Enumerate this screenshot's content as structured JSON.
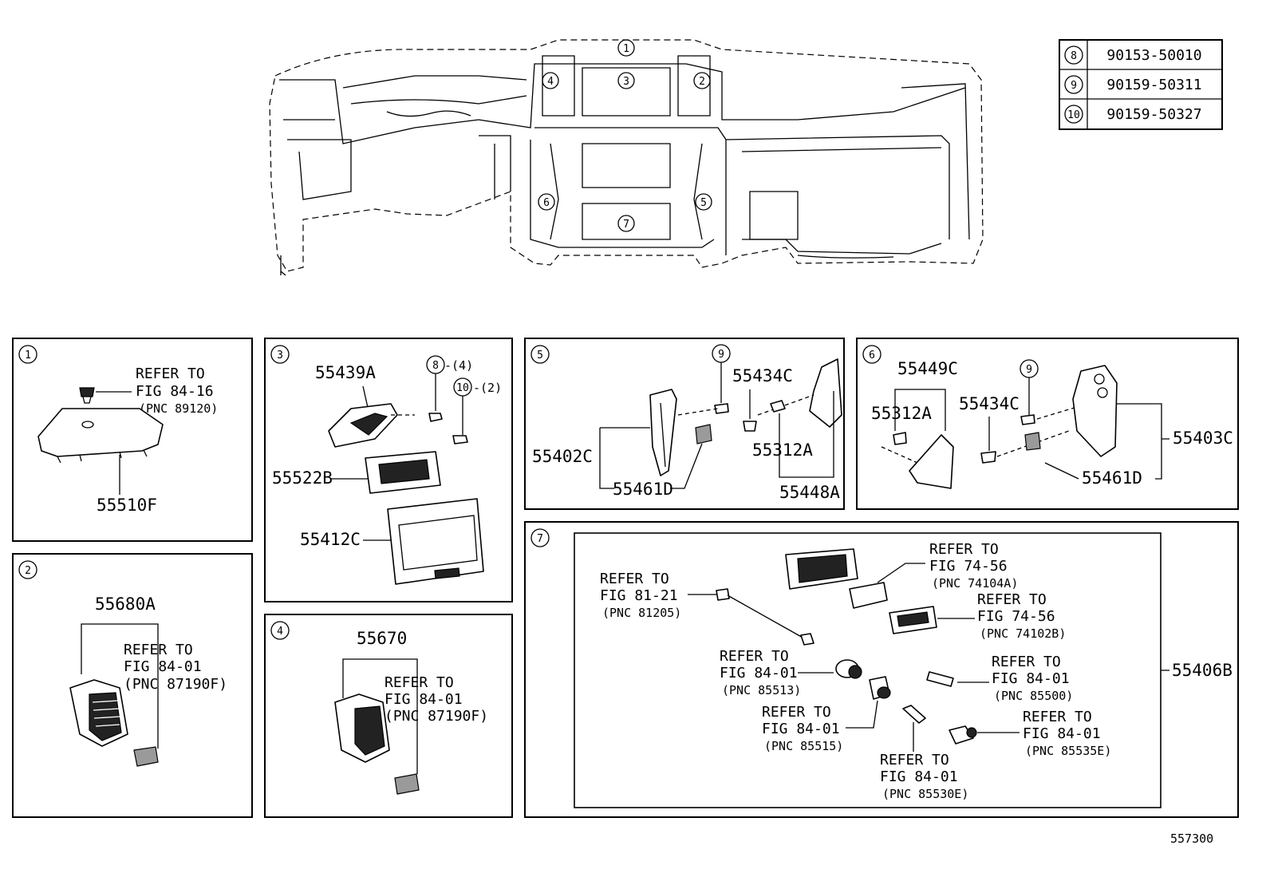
{
  "fastener_table": [
    {
      "key": "8",
      "part": "90153-50010"
    },
    {
      "key": "9",
      "part": "90159-50311"
    },
    {
      "key": "10",
      "part": "90159-50327"
    }
  ],
  "overview_callouts": [
    "1",
    "2",
    "3",
    "4",
    "5",
    "6",
    "7"
  ],
  "panels": {
    "p1": {
      "key": "1",
      "refer": [
        "REFER TO",
        "FIG 84-16",
        "(PNC 89120)"
      ],
      "part": "55510F"
    },
    "p2": {
      "key": "2",
      "assembly": "55680A",
      "refer": [
        "REFER TO",
        "FIG 84-01",
        "(PNC 87190F)"
      ]
    },
    "p3": {
      "key": "3",
      "parts": [
        "55439A",
        "55522B",
        "55412C"
      ],
      "fasteners": [
        {
          "key": "8",
          "qty": "-(4)"
        },
        {
          "key": "10",
          "qty": "-(2)"
        }
      ]
    },
    "p4": {
      "key": "4",
      "assembly": "55670",
      "refer": [
        "REFER TO",
        "FIG 84-01",
        "(PNC 87190F)"
      ]
    },
    "p5": {
      "key": "5",
      "fastener": "9",
      "parts": [
        "55434C",
        "55402C",
        "55312A",
        "55461D",
        "55448A"
      ]
    },
    "p6": {
      "key": "6",
      "fastener": "9",
      "parts": [
        "55449C",
        "55312A",
        "55434C",
        "55403C",
        "55461D"
      ]
    },
    "p7": {
      "key": "7",
      "assembly": "55406B",
      "refs": [
        [
          "REFER TO",
          "FIG 74-56",
          "(PNC 74104A)"
        ],
        [
          "REFER TO",
          "FIG 74-56",
          "(PNC 74102B)"
        ],
        [
          "REFER TO",
          "FIG 81-21",
          "(PNC 81205)"
        ],
        [
          "REFER TO",
          "FIG 84-01",
          "(PNC 85513)"
        ],
        [
          "REFER TO",
          "FIG 84-01",
          "(PNC 85500)"
        ],
        [
          "REFER TO",
          "FIG 84-01",
          "(PNC 85515)"
        ],
        [
          "REFER TO",
          "FIG 84-01",
          "(PNC 85535E)"
        ],
        [
          "REFER TO",
          "FIG 84-01",
          "(PNC 85530E)"
        ]
      ]
    }
  },
  "figure_number": "557300"
}
